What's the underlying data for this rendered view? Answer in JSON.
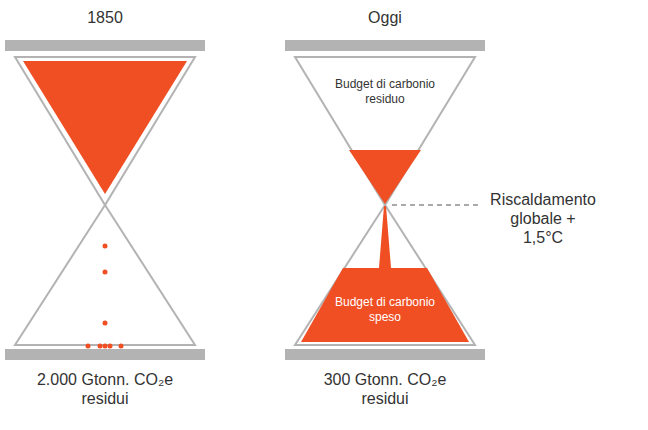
{
  "diagram": {
    "nodes": [
      {
        "text": [
          "Budget di carbonio residuo"
        ]
      },
      {
        "text": [
          "Budget di carbonio speso"
        ]
      }
    ],
    "labels": [
      "1850",
      "Oggi",
      "Riscaldamento globale + 1,5°C",
      "2.000 Gtonn. CO₂e residui",
      "300 Gtonn. CO₂e residui"
    ]
  }
}
